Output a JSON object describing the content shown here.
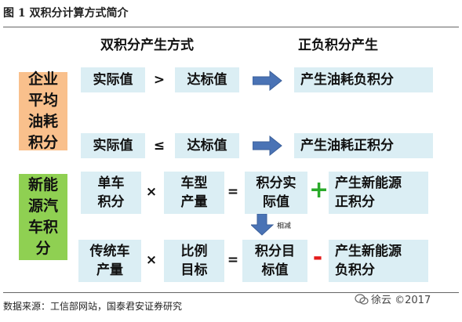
{
  "figure": {
    "title": "图 1 双积分计算方式简介",
    "source": "数据来源：工信部网站，国泰君安证券研究",
    "watermark": "徐云 ©2017"
  },
  "headers": {
    "method": "双积分产生方式",
    "result": "正负积分产生"
  },
  "cafc": {
    "label": "企业\n平均\n油耗\n积分",
    "row1": {
      "actual": "实际值",
      "op": ">",
      "target": "达标值",
      "result": "产生油耗负积分"
    },
    "row2": {
      "actual": "实际值",
      "op": "≤",
      "target": "达标值",
      "result": "产生油耗正积分"
    }
  },
  "nev": {
    "label": "新能\n源汽\n车积\n分",
    "row1": {
      "per_car": "单车\n积分",
      "op1": "×",
      "output": "车型\n产量",
      "op2": "=",
      "value": "积分实\n际值",
      "sign": "+",
      "result": "产生新能源\n正积分"
    },
    "subtract_note": "相减",
    "row2": {
      "output": "传统车\n产量",
      "op1": "×",
      "ratio": "比例\n目标",
      "op2": "=",
      "value": "积分目\n标值",
      "sign": "-",
      "result": "产生新能源\n负积分"
    }
  },
  "colors": {
    "box": "#dbeef4",
    "side_cafc": "#f9c08c",
    "side_nev": "#8fd052",
    "arrow": "#4a73b5",
    "plus": "#2aaa2a",
    "minus": "#e31b1b"
  }
}
